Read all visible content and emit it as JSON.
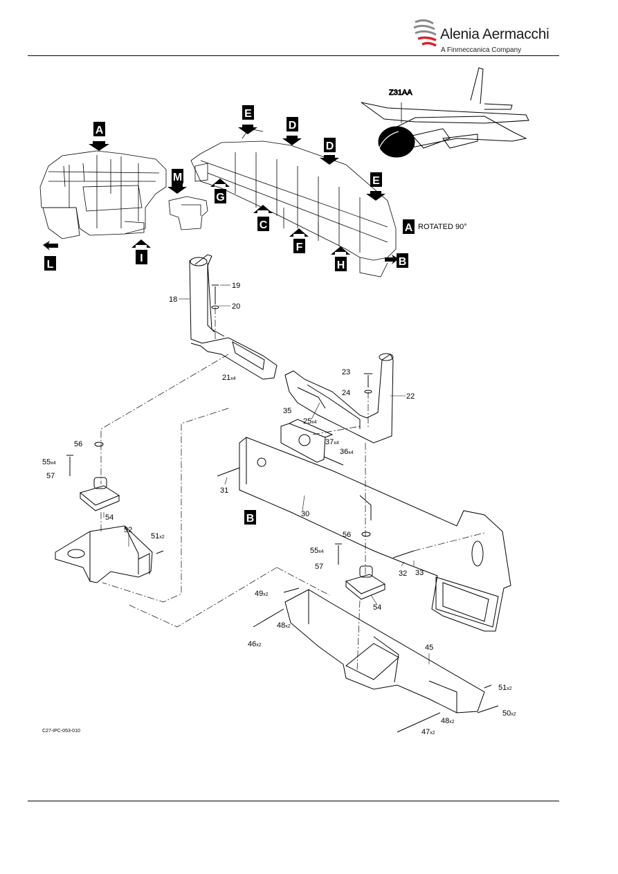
{
  "header": {
    "company": "Alenia Aermacchi",
    "subsidiary": "A Finmeccanica Company"
  },
  "aircraft_zone": "Z31AA",
  "rotation_note": {
    "view": "A",
    "text": "ROTATED 90°"
  },
  "view_letters": {
    "A": "A",
    "B": "B",
    "C": "C",
    "D": "D",
    "E": "E",
    "F": "F",
    "G": "G",
    "H": "H",
    "I": "I",
    "L": "L",
    "M": "M"
  },
  "item_labels": {
    "i18": "18",
    "i19": "19",
    "i20": "20",
    "i21": "21",
    "i21q": "x4",
    "i22": "22",
    "i23": "23",
    "i24": "24",
    "i25": "25",
    "i25q": "x4",
    "i30": "30",
    "i31": "31",
    "i32": "32",
    "i33": "33",
    "i35": "35",
    "i36": "36",
    "i36q": "x4",
    "i37": "37",
    "i37q": "x4",
    "i45": "45",
    "i46": "46",
    "i46q": "x2",
    "i47": "47",
    "i47q": "x2",
    "i48a": "48",
    "i48aq": "x2",
    "i48b": "48",
    "i48bq": "x2",
    "i49": "49",
    "i49q": "x2",
    "i50": "50",
    "i50q": "x2",
    "i51a": "51",
    "i51aq": "x2",
    "i51b": "51",
    "i51bq": "x2",
    "i52": "52",
    "i54a": "54",
    "i54b": "54",
    "i55a": "55",
    "i55aq": "x4",
    "i55b": "55",
    "i55bq": "x4",
    "i56a": "56",
    "i56b": "56",
    "i57a": "57",
    "i57b": "57"
  },
  "figure_code": "C27-IPC-053-010",
  "colors": {
    "logo_red": "#d9232d",
    "logo_grey": "#8a8a8a",
    "ink": "#000000"
  }
}
